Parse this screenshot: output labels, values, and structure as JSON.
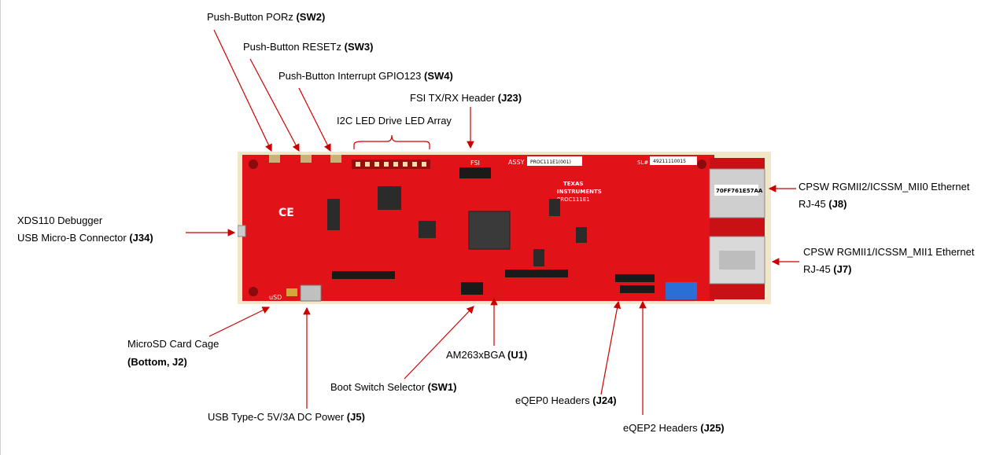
{
  "labels": {
    "sw2": {
      "text": "Push-Button PORz ",
      "ref": "(SW2)"
    },
    "sw3": {
      "text": "Push-Button RESETz ",
      "ref": "(SW3)"
    },
    "sw4": {
      "text": "Push-Button Interrupt GPIO123 ",
      "ref": "(SW4)"
    },
    "j23": {
      "text": "FSI TX/RX Header ",
      "ref": "(J23)"
    },
    "led_array": {
      "text": "I2C LED Drive LED Array"
    },
    "j34_line1": {
      "text": "XDS110 Debugger"
    },
    "j34_line2": {
      "text": "USB Micro-B Connector ",
      "ref": "(J34)"
    },
    "j8_line1": {
      "text": "CPSW RGMII2/ICSSM_MII0 Ethernet"
    },
    "j8_line2": {
      "text": "RJ-45 ",
      "ref": "(J8)"
    },
    "j7_line1": {
      "text": "CPSW RGMII1/ICSSM_MII1 Ethernet"
    },
    "j7_line2": {
      "text": "RJ-45 ",
      "ref": "(J7)"
    },
    "j2_line1": {
      "text": "MicroSD Card Cage"
    },
    "j2_line2": {
      "ref": "(Bottom, J2)"
    },
    "u1": {
      "text": "AM263xBGA ",
      "ref": "(U1)"
    },
    "sw1": {
      "text": "Boot Switch Selector ",
      "ref": "(SW1)"
    },
    "j24": {
      "text": "eQEP0 Headers ",
      "ref": "(J24)"
    },
    "j5": {
      "text": "USB Type-C 5V/3A DC Power ",
      "ref": "(J5)"
    },
    "j25": {
      "text": "eQEP2 Headers ",
      "ref": "(J25)"
    }
  },
  "board": {
    "fsi_label": "FSI",
    "assy_label": "ASSY",
    "proc_label": "PROC111E1(001)",
    "sl_label": "SL#",
    "serial": "49211110015",
    "brand_line1": "TEXAS",
    "brand_line2": "INSTRUMENTS",
    "model": "PROC111E1",
    "ce_mark": "CE",
    "usd_label": "uSD",
    "ethernet_tag": "70FF761E57AA"
  },
  "colors": {
    "pcb": "#e11218",
    "pcb_dark": "#b30d12",
    "arrow": "#cc0000",
    "bezel": "#f2e6c9"
  }
}
